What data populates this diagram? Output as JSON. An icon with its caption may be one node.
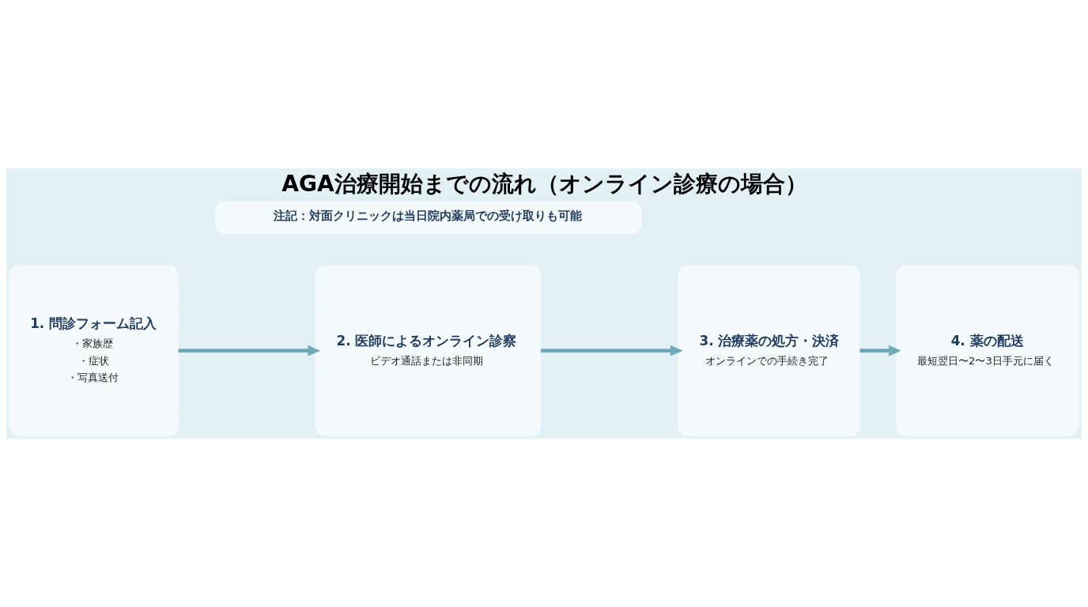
{
  "diagram": {
    "title": "AGA治療開始までの流れ（オンライン診療の場合）",
    "nodes": [
      {
        "text": [
          "1. 問診フォーム記入",
          "・家族歴",
          "・症状",
          "・写真送付"
        ]
      },
      {
        "text": [
          "2. 医師によるオンライン診察",
          "ビデオ通話または非同期"
        ]
      },
      {
        "text": [
          "3. 治療薬の処方・決済",
          "オンラインでの手続き完了"
        ]
      },
      {
        "text": [
          "4. 薬の配送",
          "最短翌日〜2〜3日手元に届く"
        ]
      }
    ],
    "edges": [
      {
        "from": 0,
        "to": 1,
        "arrow": "to"
      },
      {
        "from": 1,
        "to": 2,
        "arrow": "to"
      },
      {
        "from": 2,
        "to": 3,
        "arrow": "to"
      }
    ],
    "labels": [
      "注記：対面クリニックは当日院内薬局での受け取りも可能"
    ]
  }
}
